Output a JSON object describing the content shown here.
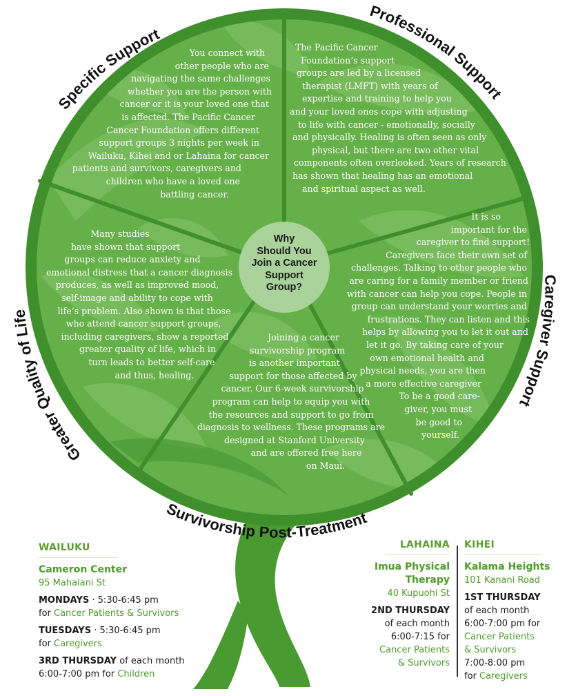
{
  "segments": {
    "specific_support": {
      "title": "Specific Support",
      "lines": [
        "You connect with",
        "other people who are",
        "navigating the same challenges",
        "whether you are the person with",
        "cancer or it is your loved one that",
        "is affected. The Pacific Cancer",
        "Cancer Foundation offers different",
        "support groups 3 nights per week in",
        "Wailuku, Kihei and or Lahaina for cancer",
        "patients and survivors, caregivers and",
        "children who have a loved one",
        "battling cancer."
      ]
    },
    "professional_support": {
      "title": "Professional Support",
      "lines": [
        "The Pacific Cancer",
        "Foundation’s support",
        "groups are led by a licensed",
        "therapist (LMFT) with years of",
        "expertise and training to help you",
        "and your loved ones cope with adjusting",
        "to life with cancer - emotionally, socially",
        "and physically. Healing is often seen as only",
        "physical, but there are two other vital",
        "components often overlooked. Years of research",
        "has shown that healing has an emotional",
        "and spiritual aspect as well."
      ]
    },
    "caregiver_support": {
      "title": "Caregiver Support",
      "lines": [
        "It is so",
        "important for the",
        "caregiver to find support!",
        "Caregivers face their own set of",
        "challenges. Talking to other people who",
        "are caring for a family member or friend",
        "with cancer can help you cope. People in",
        "group can understand your worries and",
        "frustrations. They can listen and this",
        "helps by allowing you to let it out and",
        "let it go. By taking care of your",
        "own emotional health and",
        "physical needs, you are then",
        "a more effective caregiver",
        "To be a good care-",
        "giver, you must",
        "be good to",
        "yourself."
      ]
    },
    "survivorship": {
      "title": "Survivorship Post-Treatment",
      "lines": [
        "Joining a cancer",
        "survivorship program",
        "is another important",
        "support for those affected by",
        "cancer. Our 6-week survivorship",
        "program can help to equip you with",
        "the resources and support to go from",
        "diagnosis to wellness. These programs are",
        "designed at Stanford University",
        "and are offered free here",
        "on Maui."
      ]
    },
    "quality_of_life": {
      "title": "Greater Quality of Life",
      "lines": [
        "Many studies",
        "have shown that support",
        "groups can reduce anxiety and",
        "emotional distress that a cancer diagnosis",
        "produces, as well as improved mood,",
        "self-image and ability to cope with",
        "life’s problem. Also shown is that those",
        "who attend cancer support groups,",
        "including caregivers, show a reported",
        "greater quality of life, which in",
        "turn leads to better self-care",
        "and thus, healing."
      ]
    }
  },
  "center": {
    "lines": [
      "Why",
      "Should You",
      "Join a Cancer",
      "Support",
      "Group?"
    ]
  },
  "colors": {
    "outer_ring": "#3f8f2c",
    "tree_dark": "#4a9a32",
    "segment_fill": "#66b04a",
    "leaf_pattern": "#86c46c",
    "center_circle": "#a9d39a",
    "section_heading": "#5a9e2f"
  },
  "schedule": {
    "wailuku": {
      "heading": "WAILUKU",
      "venue": "Cameron Center",
      "address": "95 Mahalani St",
      "mondays_day": "MONDAYS",
      "mondays_time": " · 5:30-6:45 pm",
      "mondays_for": "for ",
      "mondays_group": "Cancer Patients & Survivors",
      "tuesdays_day": "TUESDAYS",
      "tuesdays_time": " · 5:30-6:45 pm",
      "tuesdays_for": "for ",
      "tuesdays_group": "Caregivers",
      "third_day": "3RD THURSDAY",
      "third_rest": " of each month",
      "third_time": "6:00-7:00 pm for ",
      "third_group": "Children"
    },
    "lahaina": {
      "heading": "LAHAINA",
      "venue_1": "Imua Physical",
      "venue_2": "Therapy",
      "address": "40 Kupuohi St",
      "day": "2ND THURSDAY",
      "day_rest": "of each month",
      "time": "6:00-7:15 for",
      "group_1": "Cancer Patients",
      "group_2": "& Survivors"
    },
    "kihei": {
      "heading": "KIHEI",
      "venue": "Kalama Heights",
      "address": "101 Kanani Road",
      "day": "1ST THURSDAY",
      "day_rest": "of each month",
      "time_1": "6:00-7:00 pm for",
      "group_1a": "Cancer Patients",
      "group_1b": "& Survivors",
      "time_2": "7:00-8:00 pm",
      "for_2": "for ",
      "group_2": "Caregivers"
    }
  }
}
